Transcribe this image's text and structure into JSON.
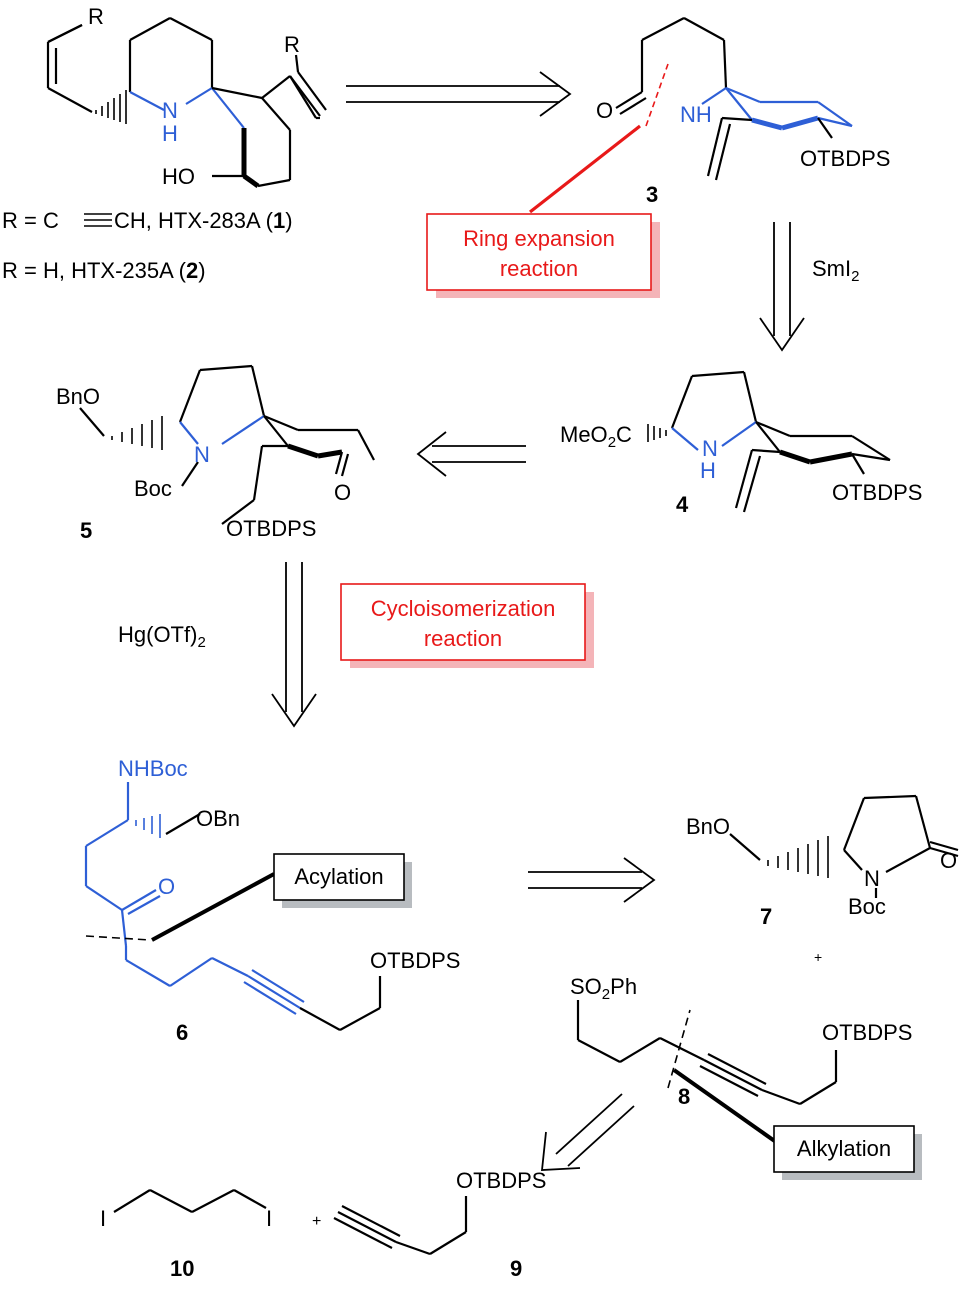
{
  "compound_labels": {
    "c3": "3",
    "c4": "4",
    "c5": "5",
    "c6": "6",
    "c7": "7",
    "c8": "8",
    "c9": "9",
    "c10": "10"
  },
  "r_definitions": {
    "line1_prefix": "R = C",
    "line1_suffix": "CH, HTX-283A (",
    "line1_bold": "1",
    "line1_close": ")",
    "line2_prefix": "R = H, HTX-235A (",
    "line2_bold": "2",
    "line2_close": ")"
  },
  "reagents": {
    "smi2": "SmI",
    "smi2_sub": "2",
    "hgotf2": "Hg(OTf)",
    "hgotf2_sub": "2"
  },
  "callouts": {
    "ring_expansion_line1": "Ring expansion",
    "ring_expansion_line2": "reaction",
    "cycloisomerization_line1": "Cycloisomerization",
    "cycloisomerization_line2": "reaction",
    "acylation": "Acylation",
    "alkylation": "Alkylation"
  },
  "atoms": {
    "R": "R",
    "N": "N",
    "H": "H",
    "HO": "HO",
    "O": "O",
    "OTBDPS": "OTBDPS",
    "BnO": "BnO",
    "Boc": "Boc",
    "MeO2C_pre": "MeO",
    "MeO2C_sub": "2",
    "MeO2C_post": "C",
    "NHBoc": "NHBoc",
    "OBn": "OBn",
    "SO2Ph_pre": "SO",
    "SO2Ph_sub": "2",
    "SO2Ph_post": "Ph",
    "I": "I",
    "plus": "+"
  },
  "colors": {
    "blue": "#2e5fd6",
    "red": "#e81919",
    "shadow_pink": "#f4b4b8",
    "shadow_gray": "#b8bcc0"
  }
}
